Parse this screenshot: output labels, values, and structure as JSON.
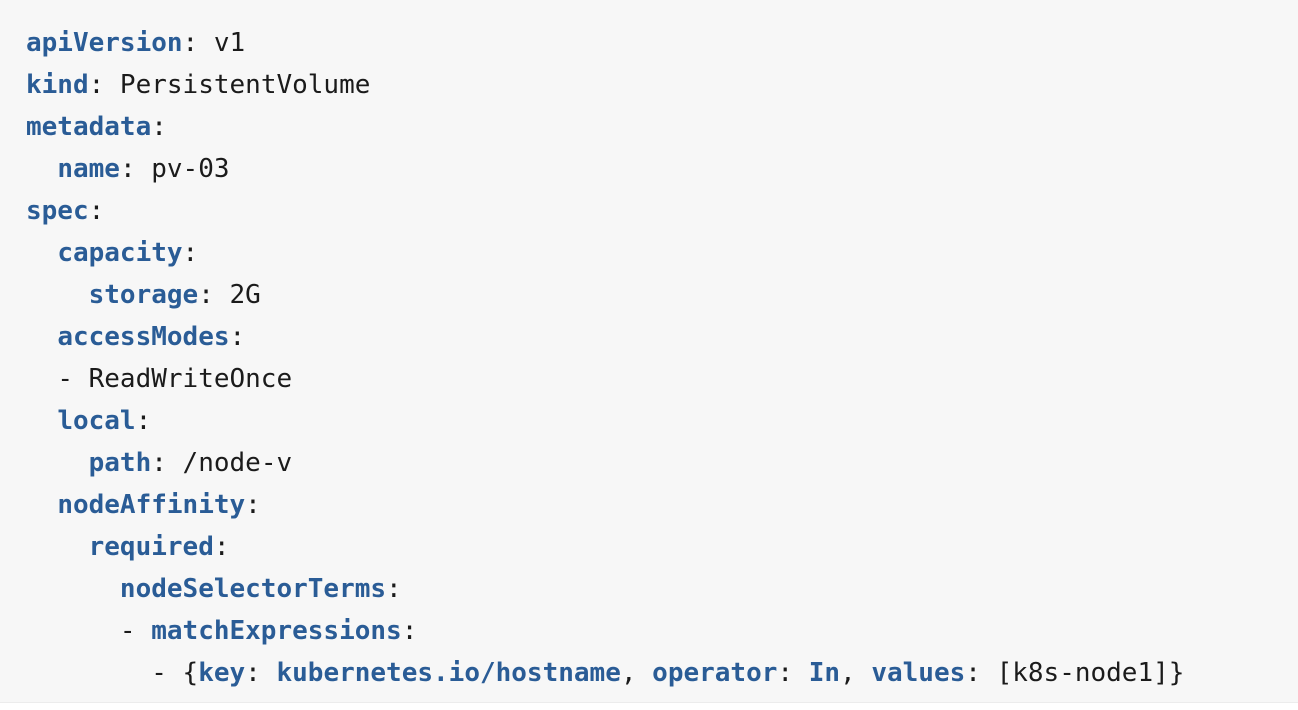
{
  "theme": {
    "background": "#f7f7f7",
    "page_background": "#ffffff",
    "key_color": "#2a5c96",
    "text_color": "#1b1b1b",
    "border_color": "#ececec"
  },
  "code": {
    "language": "yaml",
    "lines": [
      {
        "indent": "",
        "tokens": [
          {
            "t": "key",
            "v": "apiVersion"
          },
          {
            "t": "punct",
            "v": ":"
          },
          {
            "t": "val",
            "v": " v1"
          }
        ]
      },
      {
        "indent": "",
        "tokens": [
          {
            "t": "key",
            "v": "kind"
          },
          {
            "t": "punct",
            "v": ":"
          },
          {
            "t": "val",
            "v": " PersistentVolume"
          }
        ]
      },
      {
        "indent": "",
        "tokens": [
          {
            "t": "key",
            "v": "metadata"
          },
          {
            "t": "punct",
            "v": ":"
          }
        ]
      },
      {
        "indent": "  ",
        "tokens": [
          {
            "t": "key",
            "v": "name"
          },
          {
            "t": "punct",
            "v": ":"
          },
          {
            "t": "val",
            "v": " pv-03"
          }
        ]
      },
      {
        "indent": "",
        "tokens": [
          {
            "t": "key",
            "v": "spec"
          },
          {
            "t": "punct",
            "v": ":"
          }
        ]
      },
      {
        "indent": "  ",
        "tokens": [
          {
            "t": "key",
            "v": "capacity"
          },
          {
            "t": "punct",
            "v": ":"
          }
        ]
      },
      {
        "indent": "    ",
        "tokens": [
          {
            "t": "key",
            "v": "storage"
          },
          {
            "t": "punct",
            "v": ":"
          },
          {
            "t": "val",
            "v": " 2G"
          }
        ]
      },
      {
        "indent": "  ",
        "tokens": [
          {
            "t": "key",
            "v": "accessModes"
          },
          {
            "t": "punct",
            "v": ":"
          }
        ]
      },
      {
        "indent": "  ",
        "tokens": [
          {
            "t": "dash",
            "v": "- "
          },
          {
            "t": "val",
            "v": "ReadWriteOnce"
          }
        ]
      },
      {
        "indent": "  ",
        "tokens": [
          {
            "t": "key",
            "v": "local"
          },
          {
            "t": "punct",
            "v": ":"
          }
        ]
      },
      {
        "indent": "    ",
        "tokens": [
          {
            "t": "key",
            "v": "path"
          },
          {
            "t": "punct",
            "v": ":"
          },
          {
            "t": "val",
            "v": " /node-v"
          }
        ]
      },
      {
        "indent": "  ",
        "tokens": [
          {
            "t": "key",
            "v": "nodeAffinity"
          },
          {
            "t": "punct",
            "v": ":"
          }
        ]
      },
      {
        "indent": "    ",
        "tokens": [
          {
            "t": "key",
            "v": "required"
          },
          {
            "t": "punct",
            "v": ":"
          }
        ]
      },
      {
        "indent": "      ",
        "tokens": [
          {
            "t": "key",
            "v": "nodeSelectorTerms"
          },
          {
            "t": "punct",
            "v": ":"
          }
        ]
      },
      {
        "indent": "      ",
        "tokens": [
          {
            "t": "dash",
            "v": "- "
          },
          {
            "t": "key",
            "v": "matchExpressions"
          },
          {
            "t": "punct",
            "v": ":"
          }
        ]
      },
      {
        "indent": "        ",
        "tokens": [
          {
            "t": "dash",
            "v": "- "
          },
          {
            "t": "brace",
            "v": "{"
          },
          {
            "t": "key",
            "v": "key"
          },
          {
            "t": "punct",
            "v": ":"
          },
          {
            "t": "key",
            "v": " kubernetes.io/hostname"
          },
          {
            "t": "punct",
            "v": ","
          },
          {
            "t": "key",
            "v": " operator"
          },
          {
            "t": "punct",
            "v": ":"
          },
          {
            "t": "key",
            "v": " In"
          },
          {
            "t": "punct",
            "v": ","
          },
          {
            "t": "key",
            "v": " values"
          },
          {
            "t": "punct",
            "v": ":"
          },
          {
            "t": "brace",
            "v": " [k8s-node1]}"
          }
        ]
      }
    ],
    "plain_text": "apiVersion: v1\nkind: PersistentVolume\nmetadata:\n  name: pv-03\nspec:\n  capacity:\n    storage: 2G\n  accessModes:\n  - ReadWriteOnce\n  local:\n    path: /node-v\n  nodeAffinity:\n    required:\n      nodeSelectorTerms:\n      - matchExpressions:\n        - {key: kubernetes.io/hostname, operator: In, values: [k8s-node1]}"
  }
}
